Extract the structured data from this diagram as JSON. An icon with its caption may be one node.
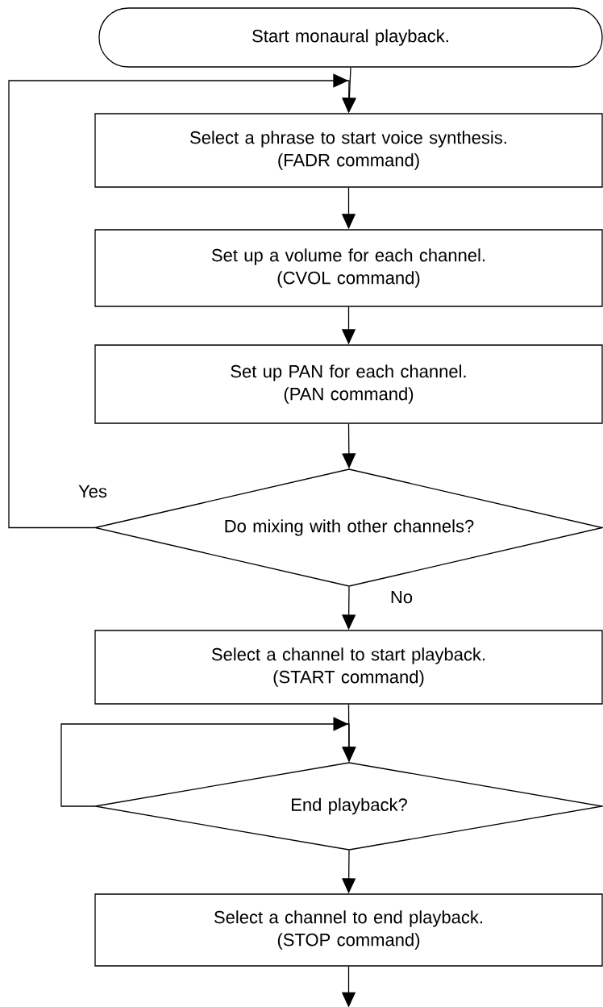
{
  "diagram": {
    "nodes": [
      {
        "text": [
          "Start monaural playback."
        ]
      },
      {
        "text": [
          "Select a phrase to start voice synthesis.",
          "(FADR command)"
        ]
      },
      {
        "text": [
          "Set up a volume for each channel.",
          "(CVOL command)"
        ]
      },
      {
        "text": [
          "Set up PAN for each channel.",
          "(PAN command)"
        ]
      },
      {
        "text": [
          "Do mixing with other channels?"
        ]
      },
      {
        "text": [
          "Select a channel to start playback.",
          "(START command)"
        ]
      },
      {
        "text": [
          "End playback?"
        ]
      },
      {
        "text": [
          "Select a channel to end playback.",
          "(STOP command)"
        ]
      }
    ],
    "edges": [
      {
        "from": 0,
        "to": 1,
        "arrow": "to"
      },
      {
        "from": 1,
        "to": 2,
        "arrow": "to"
      },
      {
        "from": 2,
        "to": 3,
        "arrow": "to"
      },
      {
        "from": 3,
        "to": 4,
        "arrow": "to"
      },
      {
        "from": 4,
        "to": 1,
        "arrow": "to",
        "label": "Yes"
      },
      {
        "from": 4,
        "to": 5,
        "arrow": "to",
        "label": "No"
      },
      {
        "from": 5,
        "to": 6,
        "arrow": "to"
      },
      {
        "from": 6,
        "to": 6,
        "arrow": "to"
      },
      {
        "from": 6,
        "to": 7,
        "arrow": "to"
      },
      {
        "from": 7,
        "to": null,
        "arrow": "to"
      }
    ]
  }
}
